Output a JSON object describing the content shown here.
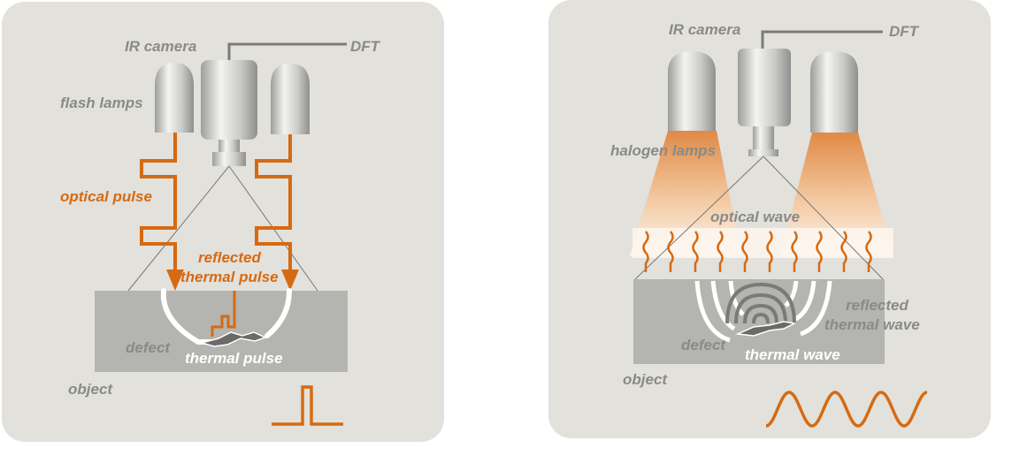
{
  "flash_panel": {
    "labels": {
      "ir_camera": "IR camera",
      "dft": "DFT",
      "flash_lamps": "flash lamps",
      "optical_pulse": "optical pulse",
      "reflected_thermal_pulse_1": "reflected",
      "reflected_thermal_pulse_2": "thermal pulse",
      "defect": "defect",
      "thermal_pulse": "thermal pulse",
      "object": "object"
    }
  },
  "lockin_panel": {
    "labels": {
      "ir_camera": "IR camera",
      "dft": "DFT",
      "halogen_lamps": "halogen lamps",
      "optical_wave": "optical wave",
      "reflected_thermal_wave_1": "reflected",
      "reflected_thermal_wave_2": "thermal wave",
      "defect": "defect",
      "thermal_wave": "thermal wave",
      "object": "object"
    }
  },
  "colors": {
    "panel_background": "#e2e1dc",
    "accent_orange": "#d66a12",
    "label_grey": "#8a8a87",
    "object_grey": "#b4b4b0",
    "connector_grey": "#7a7a78"
  }
}
